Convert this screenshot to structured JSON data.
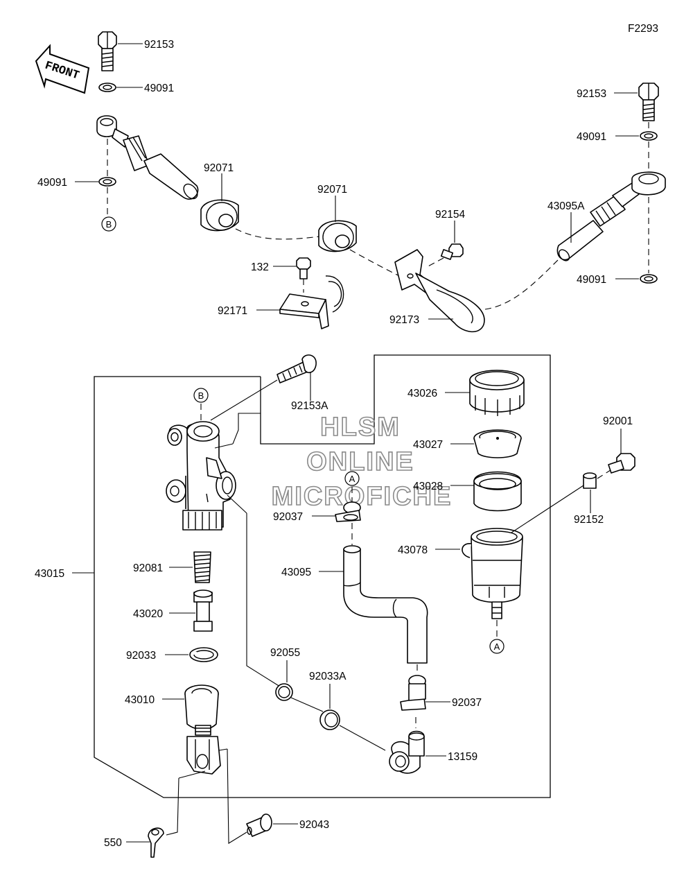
{
  "figure_code": "F2293",
  "front_arrow_label": "FRONT",
  "watermark": [
    "HLSM",
    "ONLINE",
    "MICROFICHE"
  ],
  "refs": {
    "a": "A",
    "b": "B"
  },
  "parts": {
    "p92153_left": "92153",
    "p49091_left_top": "49091",
    "p49091_left_bottom": "49091",
    "p92071_left": "92071",
    "p92071_mid": "92071",
    "p92154": "92154",
    "p132": "132",
    "p92171": "92171",
    "p92173": "92173",
    "p43095A": "43095A",
    "p92153_right": "92153",
    "p49091_right_top": "49091",
    "p49091_right_bottom": "49091",
    "p92153A": "92153A",
    "p43026": "43026",
    "p43027": "43027",
    "p43028": "43028",
    "p92001": "92001",
    "p92152": "92152",
    "p43078": "43078",
    "p92037_top": "92037",
    "p43095": "43095",
    "p43015": "43015",
    "p92081": "92081",
    "p43020": "43020",
    "p92033": "92033",
    "p92055": "92055",
    "p92033A": "92033A",
    "p92037_bottom": "92037",
    "p43010": "43010",
    "p13159": "13159",
    "p92043": "92043",
    "p550": "550"
  }
}
